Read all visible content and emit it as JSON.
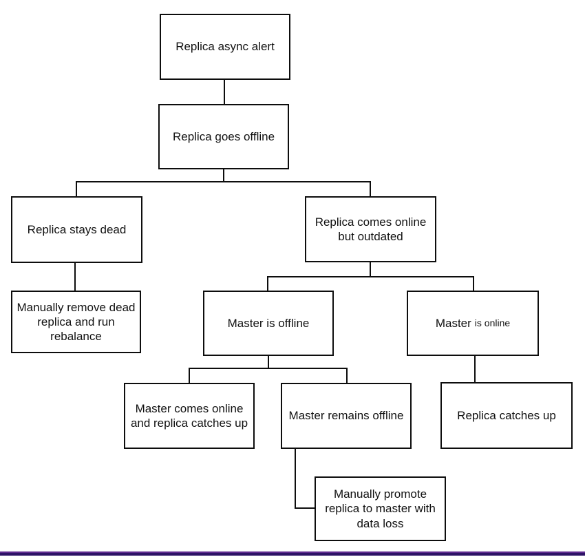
{
  "diagram": {
    "nodes": [
      {
        "id": "replica-async-alert",
        "label": "Replica async alert"
      },
      {
        "id": "replica-goes-offline",
        "label": "Replica goes offline"
      },
      {
        "id": "replica-stays-dead",
        "label": "Replica stays dead"
      },
      {
        "id": "manually-remove-dead",
        "label": "Manually remove dead\nreplica and run\nrebalance"
      },
      {
        "id": "replica-comes-online",
        "label": "Replica comes online\nbut outdated"
      },
      {
        "id": "master-is-offline",
        "label": "Master is offline"
      },
      {
        "id": "master-is-online",
        "label": "Master",
        "label_small": "is online"
      },
      {
        "id": "master-comes-online",
        "label": "Master comes online\nand replica catches up"
      },
      {
        "id": "master-remains-offline",
        "label": "Master remains offline"
      },
      {
        "id": "manually-promote",
        "label": "Manually promote\nreplica to master with\ndata loss"
      },
      {
        "id": "replica-catches-up",
        "label": "Replica catches up"
      }
    ],
    "edges": [
      {
        "from": "replica-async-alert",
        "to": "replica-goes-offline"
      },
      {
        "from": "replica-goes-offline",
        "to": "replica-stays-dead"
      },
      {
        "from": "replica-goes-offline",
        "to": "replica-comes-online"
      },
      {
        "from": "replica-stays-dead",
        "to": "manually-remove-dead"
      },
      {
        "from": "replica-comes-online",
        "to": "master-is-offline"
      },
      {
        "from": "replica-comes-online",
        "to": "master-is-online"
      },
      {
        "from": "master-is-offline",
        "to": "master-comes-online"
      },
      {
        "from": "master-is-offline",
        "to": "master-remains-offline"
      },
      {
        "from": "master-is-online",
        "to": "replica-catches-up"
      },
      {
        "from": "master-remains-offline",
        "to": "manually-promote"
      }
    ]
  },
  "colors": {
    "node_border": "#0d0d0d",
    "edge_line": "#0d0d0d",
    "accent_bar_light": "#5f2b8f",
    "accent_bar_dark": "#2d1366",
    "background": "#ffffff"
  }
}
